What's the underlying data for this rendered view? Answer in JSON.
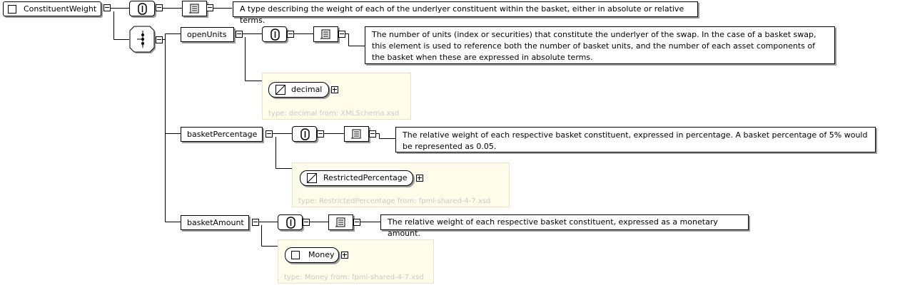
{
  "root": {
    "name": "ConstituentWeight",
    "documentation": "A type describing the weight of each of the underlyer constituent within the basket, either in absolute or relative terms."
  },
  "elements": [
    {
      "name": "openUnits",
      "documentation": "The number of units (index or securities) that constitute the underlyer of the swap. In the case of a basket swap, this element is used to reference both the number of basket units, and the number of each asset components of the basket when these are expressed in absolute terms.",
      "type_name": "decimal",
      "type_footer": "type: decimal from: XMLSchema.xsd"
    },
    {
      "name": "basketPercentage",
      "documentation": "The relative weight of each respective basket constituent, expressed in percentage. A basket percentage of 5% would be represented as 0.05.",
      "type_name": "RestrictedPercentage",
      "type_footer": "type: RestrictedPercentage from: fpml-shared-4-7.xsd"
    },
    {
      "name": "basketAmount",
      "documentation": "The relative weight of each respective basket constituent, expressed as a monetary amount.",
      "type_name": "Money",
      "type_footer": "type: Money from: fpml-shared-4-7.xsd"
    }
  ],
  "icons": {
    "complex_type": "complex-type-icon",
    "simple_type": "simple-type-icon",
    "annotation": "annotation-icon",
    "documentation": "documentation-icon",
    "sequence": "sequence-compositor-icon",
    "collapse": "collapse-minus-icon",
    "expand": "expand-plus-icon"
  }
}
